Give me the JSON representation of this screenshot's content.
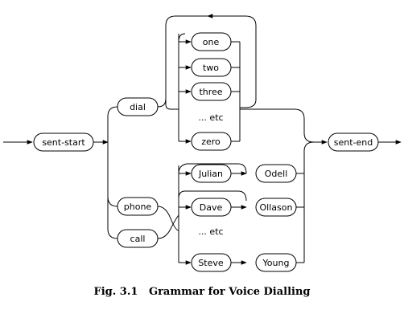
{
  "nodes": {
    "sent_start": "sent-start",
    "dial": "dial",
    "one": "one",
    "two": "two",
    "three": "three",
    "etc_digits": "... etc",
    "zero": "zero",
    "phone": "phone",
    "call": "call",
    "julian": "Julian",
    "odell": "Odell",
    "dave": "Dave",
    "ollason": "Ollason",
    "etc_names": "... etc",
    "steve": "Steve",
    "young": "Young",
    "sent_end": "sent-end"
  },
  "caption": {
    "label": "Fig. 3.1",
    "title": "Grammar for Voice Dialling"
  }
}
